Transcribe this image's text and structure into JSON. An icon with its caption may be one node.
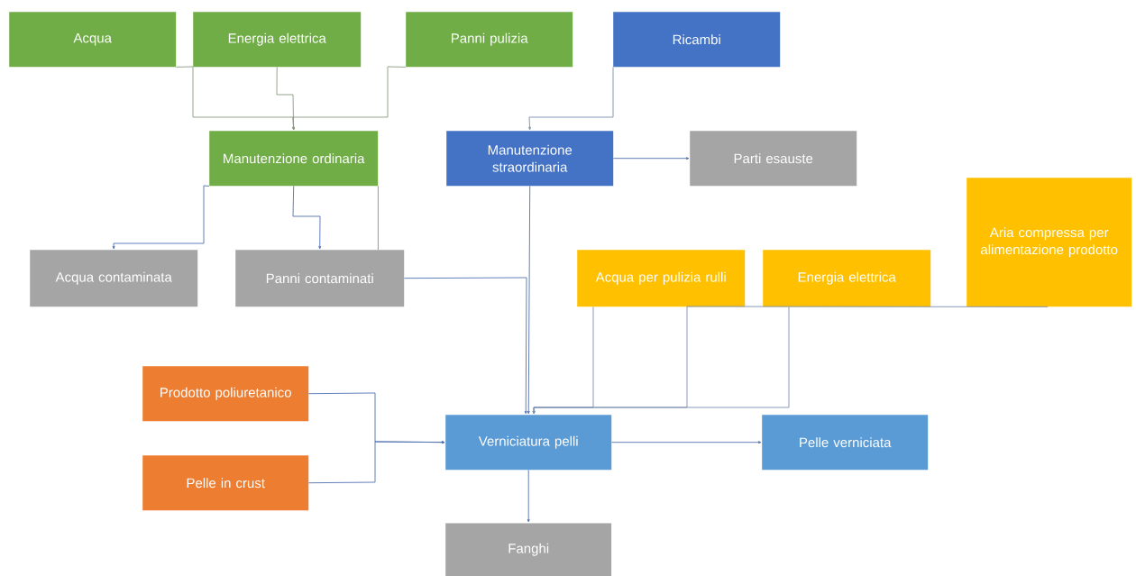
{
  "diagram": {
    "nodes": [
      {
        "text": [
          "Acqua"
        ]
      },
      {
        "text": [
          "Energia elettrica"
        ]
      },
      {
        "text": [
          "Panni pulizia"
        ]
      },
      {
        "text": [
          "Ricambi"
        ]
      },
      {
        "text": [
          "Manutenzione ordinaria"
        ]
      },
      {
        "text": [
          "Manutenzione straordinaria"
        ]
      },
      {
        "text": [
          "Parti esauste"
        ]
      },
      {
        "text": [
          "Aria compressa per alimentazione prodotto"
        ]
      },
      {
        "text": [
          "Acqua contaminata"
        ]
      },
      {
        "text": [
          "Panni contaminati"
        ]
      },
      {
        "text": [
          "Acqua per pulizia rulli"
        ]
      },
      {
        "text": [
          "Energia elettrica"
        ]
      },
      {
        "text": [
          "Prodotto poliuretanico"
        ]
      },
      {
        "text": [
          "Pelle in crust"
        ]
      },
      {
        "text": [
          "Verniciatura pelli"
        ]
      },
      {
        "text": [
          "Pelle verniciata"
        ]
      },
      {
        "text": [
          "Fanghi"
        ]
      }
    ],
    "edges": [
      {
        "from": 0,
        "to": 4,
        "arrow": "to"
      },
      {
        "from": 1,
        "to": 4,
        "arrow": "to"
      },
      {
        "from": 2,
        "to": 4,
        "arrow": "to"
      },
      {
        "from": 3,
        "to": 5,
        "arrow": "to"
      },
      {
        "from": 4,
        "to": 8,
        "arrow": "to"
      },
      {
        "from": 4,
        "to": 9,
        "arrow": "to"
      },
      {
        "from": 9,
        "to": 4,
        "arrow": "none"
      },
      {
        "from": 5,
        "to": 6,
        "arrow": "to"
      },
      {
        "from": 5,
        "to": 14,
        "arrow": "to"
      },
      {
        "from": 9,
        "to": 14,
        "arrow": "to"
      },
      {
        "from": 10,
        "to": 14,
        "arrow": "to"
      },
      {
        "from": 7,
        "to": 14,
        "arrow": "to"
      },
      {
        "from": 11,
        "to": 14,
        "arrow": "to"
      },
      {
        "from": 12,
        "to": 14,
        "arrow": "to"
      },
      {
        "from": 13,
        "to": 14,
        "arrow": "to"
      },
      {
        "from": 14,
        "to": 15,
        "arrow": "to"
      },
      {
        "from": 14,
        "to": 16,
        "arrow": "to"
      }
    ]
  }
}
